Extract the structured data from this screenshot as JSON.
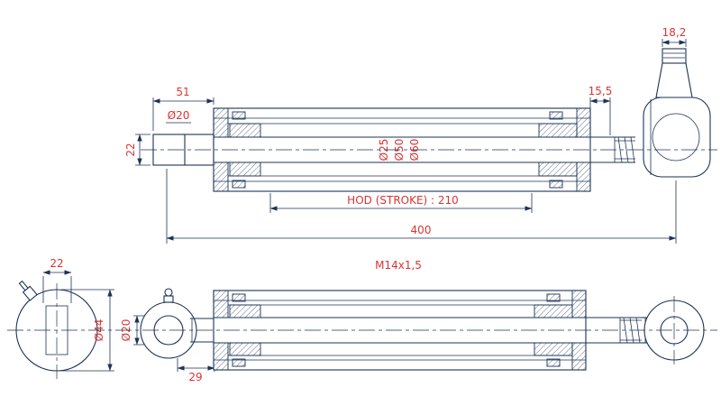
{
  "drawing": {
    "background": "#ffffff",
    "line_color": "#1d3356",
    "dim_text_color": "#d93434",
    "top_view": {
      "dim_51": "51",
      "rod_diameter": "Ø20",
      "dim_22": "22",
      "rod_inner_diameter": "Ø25",
      "bore_diameter": "Ø50",
      "outer_diameter": "Ø60",
      "dim_15_5": "15,5",
      "dim_18_2": "18,2",
      "stroke_label": "HOD (STROKE) : 210",
      "total_length": "400"
    },
    "bottom_view": {
      "dim_22": "22",
      "eye_outer_diameter": "Ø44",
      "eye_pin_diameter": "Ø20",
      "dim_29": "29",
      "thread_label": "M14x1,5"
    }
  }
}
